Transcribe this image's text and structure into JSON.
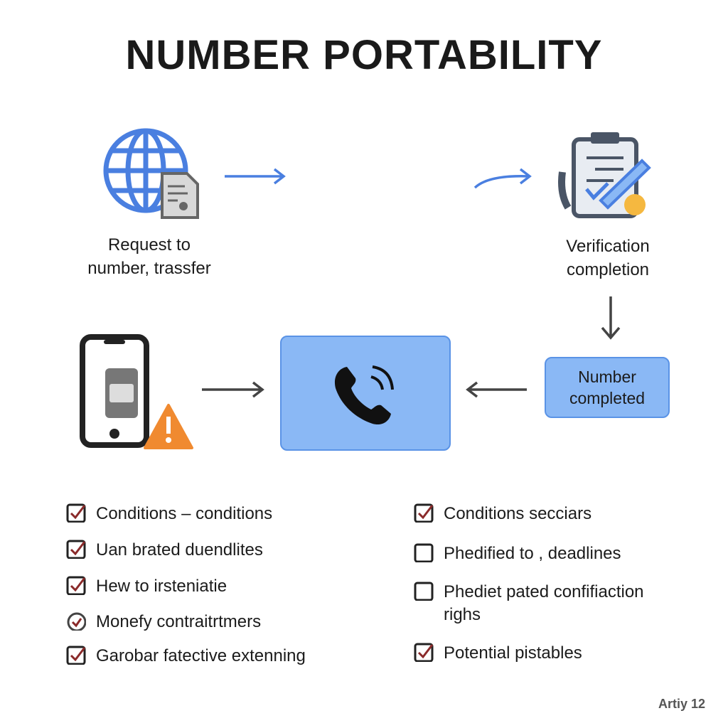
{
  "title": "NUMBER PORTABILITY",
  "steps": {
    "request": {
      "line1": "Request to",
      "line2": "number, trassfer"
    },
    "verification": {
      "line1": "Verification",
      "line2": "completion"
    },
    "number_completed": {
      "line1": "Number",
      "line2": "completed"
    }
  },
  "checklist_left": [
    {
      "text": "Conditions – conditions",
      "state": "checked"
    },
    {
      "text": "Uan brated duendlites",
      "state": "checked"
    },
    {
      "text": "Hew to irsteniatie",
      "state": "checked"
    },
    {
      "text": "Monefy contraitrtmers",
      "state": "circle-checked"
    },
    {
      "text": "Garobar fatective extenning",
      "state": "checked"
    }
  ],
  "checklist_right": [
    {
      "text": "Conditions secciars",
      "state": "checked"
    },
    {
      "text": "Phedified to , deadlines",
      "state": "unchecked"
    },
    {
      "text": "Phediet pated confifiaction righs",
      "state": "unchecked"
    },
    {
      "text": "Potential pistables",
      "state": "checked"
    }
  ],
  "watermark": "Artiy 12",
  "colors": {
    "accent": "#4a7fe0",
    "box": "#8ab8f5",
    "warning": "#f08a30",
    "check": "#8a2a2a"
  }
}
